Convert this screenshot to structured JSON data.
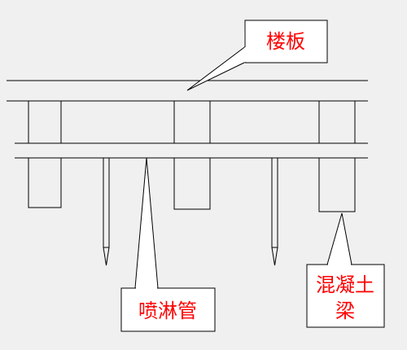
{
  "labels": {
    "slab": "楼板",
    "sprinkler_pipe": "喷淋管",
    "beam_line1": "混凝土",
    "beam_line2": "梁"
  },
  "colors": {
    "background": "#f0f0f0",
    "line": "#000000",
    "label_text": "#ff0000",
    "callout_fill": "#ffffff"
  }
}
